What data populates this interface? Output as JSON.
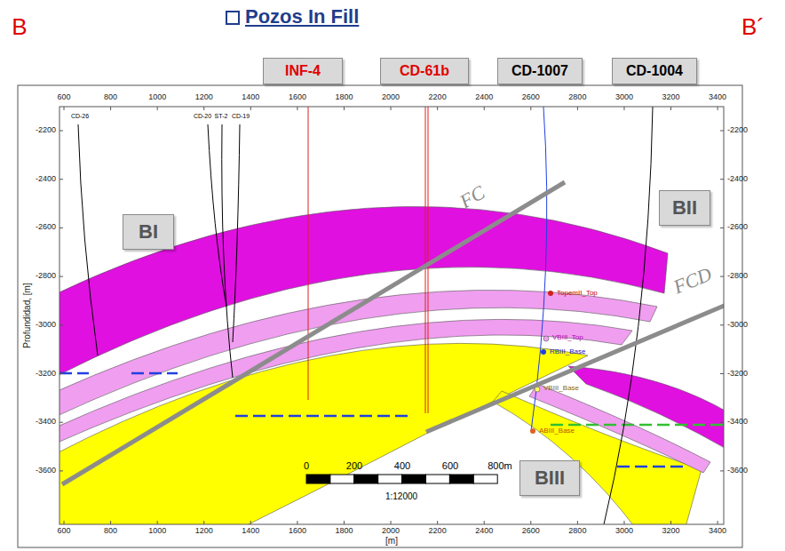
{
  "diagram": {
    "title": "Pozos In Fill",
    "nodes": [
      {
        "text": [
          "INF-4"
        ]
      },
      {
        "text": [
          "CD-61b"
        ]
      },
      {
        "text": [
          "CD-1007"
        ]
      },
      {
        "text": [
          "CD-1004"
        ]
      },
      {
        "text": [
          "BI"
        ]
      },
      {
        "text": [
          "BII"
        ]
      },
      {
        "text": [
          "BIII"
        ]
      }
    ],
    "labels": [
      "B",
      "B´",
      "600",
      "800",
      "1000",
      "1200",
      "1400",
      "1600",
      "1800",
      "2000",
      "2200",
      "2400",
      "2600",
      "2800",
      "3000",
      "3200",
      "3400",
      "600",
      "800",
      "1000",
      "1200",
      "1400",
      "1600",
      "1800",
      "2000",
      "2200",
      "2400",
      "2600",
      "2800",
      "3000",
      "3200",
      "3400",
      "-2200",
      "-2400",
      "-2600",
      "-2800",
      "-3000",
      "-3200",
      "-3400",
      "-3600",
      "-2200",
      "-2400",
      "-2600",
      "-2800",
      "-3000",
      "-3200",
      "-3400",
      "-3600",
      "Profundidad, [m]",
      "[m]",
      "0",
      "200",
      "400",
      "600",
      "800m",
      "1:12000",
      "FC",
      "FCD",
      "CD-26",
      "CD-20",
      "ST-2",
      "CD-19",
      "TopemII_Top",
      "VBIII_Top",
      "RBIII_Base",
      "VBIII_Base",
      "ABIII_Base"
    ]
  }
}
